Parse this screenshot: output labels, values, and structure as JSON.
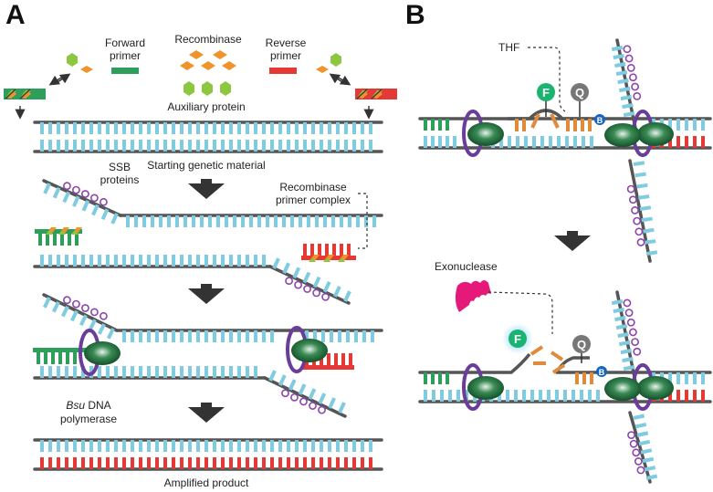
{
  "panels": {
    "a": {
      "letter": "A"
    },
    "b": {
      "letter": "B"
    }
  },
  "labels_a": {
    "forward_primer": [
      "Forward",
      "primer"
    ],
    "recombinase": "Recombinase",
    "reverse_primer": [
      "Reverse",
      "primer"
    ],
    "auxiliary_protein": "Auxiliary protein",
    "starting_material": "Starting genetic material",
    "ssb_proteins": [
      "SSB",
      "proteins"
    ],
    "recombinase_primer_complex": [
      "Recombinase",
      "primer complex"
    ],
    "bsu_italic": "Bsu",
    "bsu_rest": " DNA",
    "polymerase": "polymerase",
    "amplified_product": "Amplified product"
  },
  "labels_b": {
    "thf": "THF",
    "exonuclease": "Exonuclease",
    "fluorophore": "F",
    "quencher": "Q",
    "blocker": "B"
  },
  "colors": {
    "strand": "#555555",
    "base_blue": "#7fcbe0",
    "base_red": "#e53935",
    "base_green": "#2e9e5b",
    "base_orange": "#e08a3c",
    "recombinase": "#f0932b",
    "auxiliary": "#8dc63f",
    "ssb": "#8e44ad",
    "polymerase": "#1f6b3a",
    "clamp": "#6a3d9a",
    "fluorophore": "#1ab370",
    "quencher": "#777777",
    "blocker": "#1565c0",
    "exonuclease": "#e6197a",
    "arrow": "#333333"
  }
}
